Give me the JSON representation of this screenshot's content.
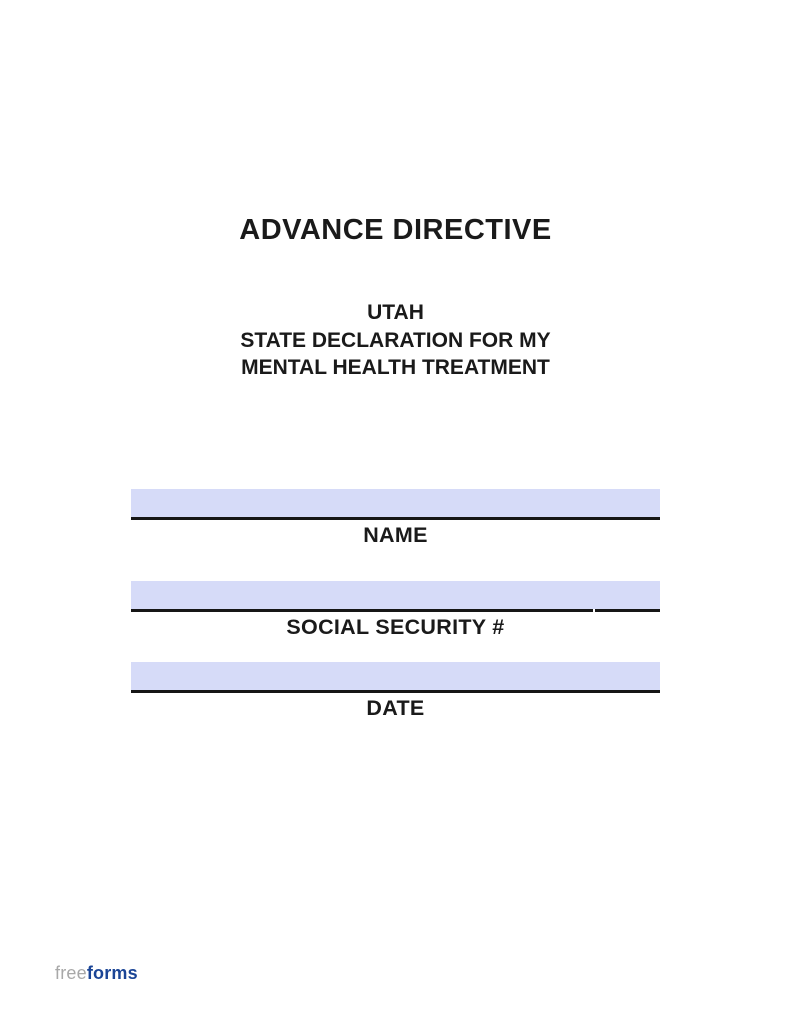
{
  "document": {
    "title": "ADVANCE DIRECTIVE",
    "subtitle_lines": [
      "UTAH",
      "STATE DECLARATION FOR MY",
      "MENTAL HEALTH TREATMENT"
    ],
    "fields": [
      {
        "label": "NAME",
        "value": ""
      },
      {
        "label": "SOCIAL SECURITY #",
        "value": ""
      },
      {
        "label": "DATE",
        "value": ""
      }
    ],
    "colors": {
      "field_fill": "#d6dbf8",
      "underline": "#161616",
      "text": "#1a1a1a"
    }
  },
  "footer": {
    "logo_prefix": "free",
    "logo_suffix": "forms",
    "logo_prefix_color": "#a8a8a8",
    "logo_suffix_color": "#1b4596"
  }
}
